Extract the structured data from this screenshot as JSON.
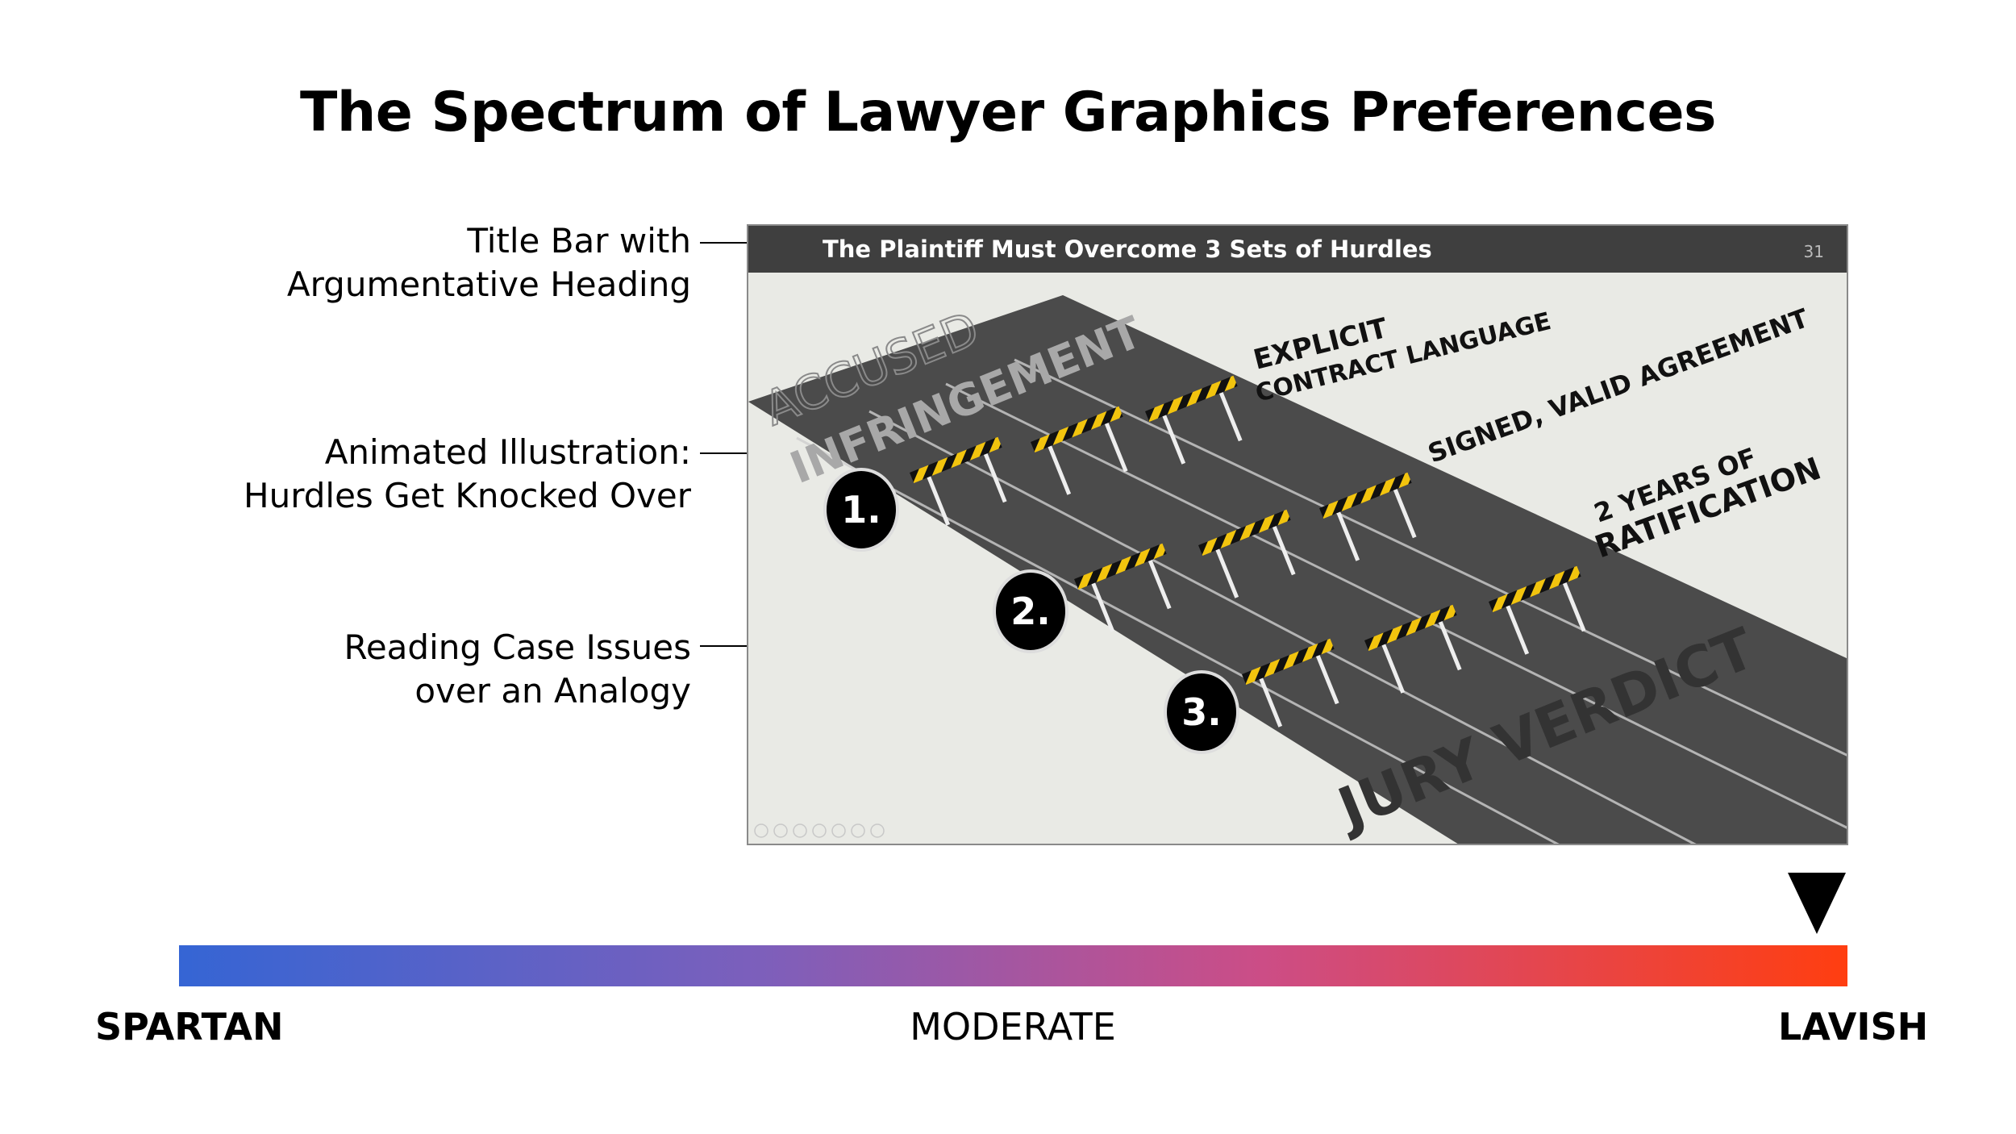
{
  "title": "The Spectrum of Lawyer Graphics Preferences",
  "callouts": [
    {
      "line1": "Title Bar with",
      "line2": "Argumentative Heading"
    },
    {
      "line1": "Animated Illustration:",
      "line2": "Hurdles Get Knocked Over"
    },
    {
      "line1": "Reading Case Issues",
      "line2": "over an Analogy"
    }
  ],
  "slide": {
    "title": "The Plaintiff Must Overcome 3 Sets of Hurdles",
    "page_number": "31",
    "start_label_1": "ACCUSED",
    "start_label_2": "INFRINGEMENT",
    "finish_label": "JURY VERDICT",
    "lanes": [
      {
        "number": "1.",
        "label_1": "EXPLICIT",
        "label_2": "CONTRACT LANGUAGE"
      },
      {
        "number": "2.",
        "label_1": "SIGNED, VALID AGREEMENT",
        "label_2": ""
      },
      {
        "number": "3.",
        "label_1": "2 YEARS OF",
        "label_2": "RATIFICATION"
      }
    ]
  },
  "scale": {
    "left_label": "SPARTAN",
    "middle_label": "MODERATE",
    "right_label": "LAVISH",
    "marker_position": 1.0,
    "gradient_colors": [
      "#3565d4",
      "#7d5fbb",
      "#cc4d86",
      "#ff3e10"
    ]
  }
}
